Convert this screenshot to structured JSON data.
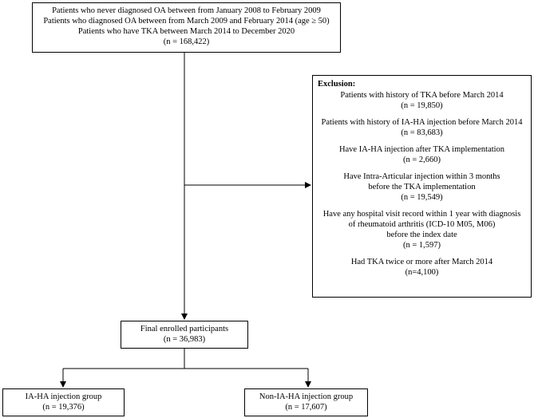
{
  "top_box": {
    "lines": [
      "Patients who never diagnosed OA between from January 2008 to February 2009",
      "Patients who diagnosed OA between from March 2009 and February 2014 (age ≥ 50)",
      "Patients who have TKA between March 2014 to December 2020",
      "(n = 168,422)"
    ]
  },
  "exclusion": {
    "title": "Exclusion:",
    "items": [
      {
        "lines": [
          "Patients with history of TKA before March 2014",
          "(n = 19,850)"
        ]
      },
      {
        "lines": [
          "Patients with history of  IA-HA injection before March 2014",
          "(n = 83,683)"
        ]
      },
      {
        "lines": [
          "Have IA-HA injection after TKA implementation",
          "(n = 2,660)"
        ]
      },
      {
        "lines": [
          "Have Intra-Articular injection within 3 months",
          "before the TKA implementation",
          "(n = 19,549)"
        ]
      },
      {
        "lines": [
          "Have any hospital visit record within 1 year with diagnosis",
          "of rheumatoid arthritis (ICD-10 M05, M06)",
          "before the index date",
          "(n = 1,597)"
        ]
      },
      {
        "lines": [
          "Had TKA twice or more after March 2014",
          "(n=4,100)"
        ]
      }
    ]
  },
  "final_box": {
    "lines": [
      "Final enrolled participants",
      "(n = 36,983)"
    ]
  },
  "groups": {
    "iaha": {
      "lines": [
        "IA-HA injection group",
        "(n = 19,376)"
      ]
    },
    "non_iaha": {
      "lines": [
        "Non-IA-HA injection group",
        "(n = 17,607)"
      ]
    }
  }
}
